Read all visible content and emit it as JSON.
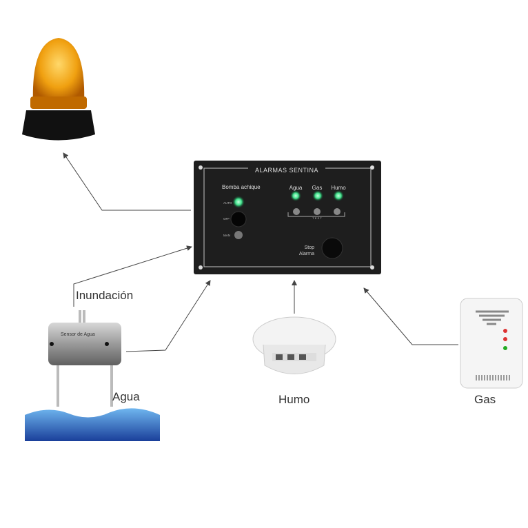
{
  "panel": {
    "title": "ALARMAS SENTINA",
    "pump_label": "Bomba achique",
    "switch_positions": [
      "AUTO",
      "OFF",
      "MAN"
    ],
    "indicators": [
      "Agua",
      "Gas",
      "Humo"
    ],
    "test_label": "T E S T",
    "stop_label_1": "Stop",
    "stop_label_2": "Alarma",
    "led_color": "#3fe08a"
  },
  "sensor": {
    "name": "Sensor de Agua"
  },
  "labels": {
    "flood": "Inundación",
    "water": "Agua",
    "smoke": "Humo",
    "gas": "Gas"
  }
}
